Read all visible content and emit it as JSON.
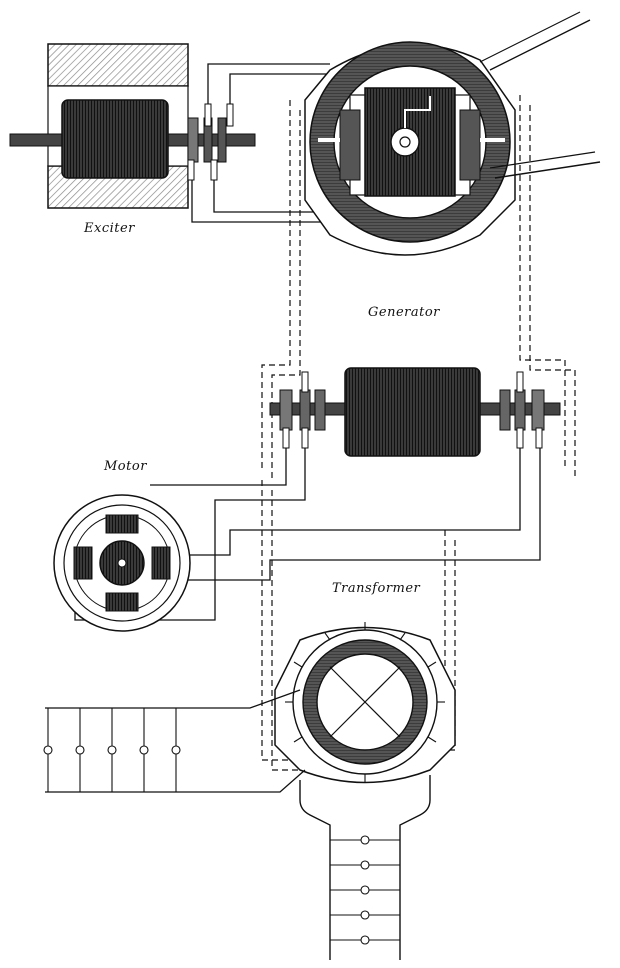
{
  "labels": {
    "exciter": "Exciter",
    "generator": "Generator",
    "motor": "Motor",
    "transformer": "Transformer"
  },
  "colors": {
    "ink": "#111111",
    "coil_dark": "#2b2b2b",
    "coil_mid": "#6a6a6a",
    "hatch": "#9a9a9a",
    "paper": "#ffffff"
  }
}
